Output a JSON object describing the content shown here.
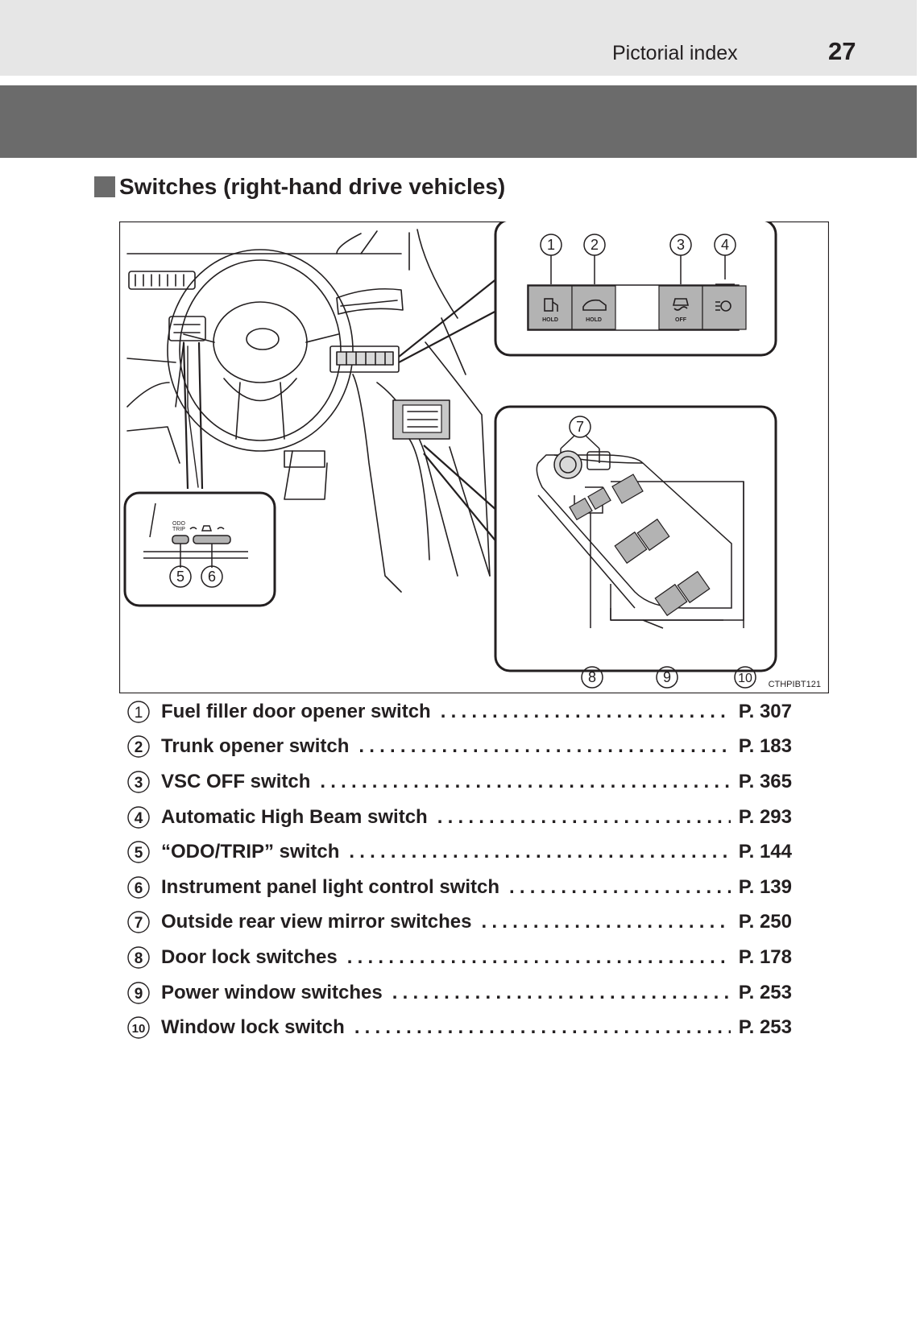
{
  "header": {
    "section": "Pictorial index",
    "page_number": "27"
  },
  "section": {
    "title": "Switches (right-hand drive vehicles)"
  },
  "figure": {
    "code": "CTHPIBT121",
    "labels": {
      "hold_1": "HOLD",
      "hold_2": "HOLD",
      "off": "OFF",
      "odo_line1": "ODO",
      "odo_line2": "TRIP"
    }
  },
  "items": [
    {
      "number": "1",
      "label": "Fuel filler door opener switch",
      "page": "P. 307"
    },
    {
      "number": "2",
      "label": "Trunk opener switch",
      "page": "P. 183"
    },
    {
      "number": "3",
      "label": "VSC OFF switch",
      "page": "P. 365"
    },
    {
      "number": "4",
      "label": "Automatic High Beam switch",
      "page": "P. 293"
    },
    {
      "number": "5",
      "label": "“ODO/TRIP” switch",
      "page": "P. 144"
    },
    {
      "number": "6",
      "label": "Instrument panel light control switch",
      "page": "P. 139"
    },
    {
      "number": "7",
      "label": "Outside rear view mirror switches",
      "page": "P. 250"
    },
    {
      "number": "8",
      "label": "Door lock switches",
      "page": "P. 178"
    },
    {
      "number": "9",
      "label": "Power window switches",
      "page": "P. 253"
    },
    {
      "number": "10",
      "label": "Window lock switch",
      "page": "P. 253"
    }
  ],
  "colors": {
    "header_band": "#e6e6e6",
    "dark_band": "#6b6b6b",
    "text": "#231f20",
    "switch_fill": "#b3b3b3"
  }
}
